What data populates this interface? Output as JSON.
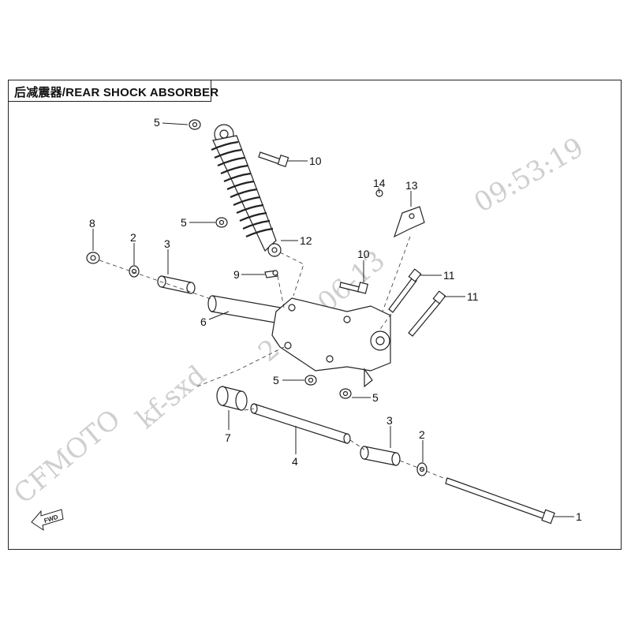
{
  "title": "后减震器/REAR SHOCK ABSORBER",
  "watermark": {
    "brand": "CFMOTO",
    "user": "kf-sxd",
    "date": "2023-06-13",
    "time": "09:53:19"
  },
  "fwd_label": "FWD",
  "callouts": [
    {
      "id": "c5a",
      "label": "5"
    },
    {
      "id": "c10a",
      "label": "10"
    },
    {
      "id": "c14",
      "label": "14"
    },
    {
      "id": "c13",
      "label": "13"
    },
    {
      "id": "c5b",
      "label": "5"
    },
    {
      "id": "c12",
      "label": "12"
    },
    {
      "id": "c8",
      "label": "8"
    },
    {
      "id": "c2a",
      "label": "2"
    },
    {
      "id": "c3a",
      "label": "3"
    },
    {
      "id": "c9",
      "label": "9"
    },
    {
      "id": "c10b",
      "label": "10"
    },
    {
      "id": "c11a",
      "label": "11"
    },
    {
      "id": "c11b",
      "label": "11"
    },
    {
      "id": "c6",
      "label": "6"
    },
    {
      "id": "c5c",
      "label": "5"
    },
    {
      "id": "c5d",
      "label": "5"
    },
    {
      "id": "c7",
      "label": "7"
    },
    {
      "id": "c4",
      "label": "4"
    },
    {
      "id": "c3b",
      "label": "3"
    },
    {
      "id": "c2b",
      "label": "2"
    },
    {
      "id": "c1",
      "label": "1"
    }
  ],
  "colors": {
    "line": "#222222",
    "watermark": "#cfcfcf",
    "fill": "#ffffff"
  }
}
